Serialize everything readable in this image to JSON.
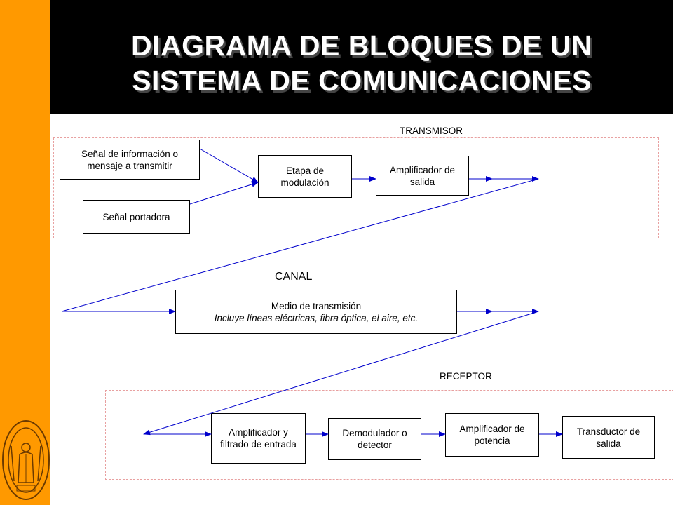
{
  "title_line1": "DIAGRAMA DE BLOQUES DE UN",
  "title_line2": "SISTEMA DE COMUNICACIONES",
  "sections": {
    "transmisor": "TRANSMISOR",
    "canal": "CANAL",
    "receptor": "RECEPTOR"
  },
  "blocks": {
    "info_signal": "Señal de información o mensaje a transmitir",
    "carrier": "Señal portadora",
    "modulation": "Etapa de modulación",
    "output_amp": "Amplificador de salida",
    "medium_title": "Medio de transmisión",
    "medium_desc": "Incluye líneas eléctricas, fibra óptica, el aire, etc.",
    "input_amp": "Amplificador y filtrado de entrada",
    "demod": "Demodulador o detector",
    "power_amp": "Amplificador de potencia",
    "transducer": "Transductor de salida"
  },
  "colors": {
    "sidebar": "#ff9900",
    "header": "#000000",
    "arrow": "#0000cc",
    "region_border": "#e8a0a0"
  },
  "seal_icon": "university-seal-icon"
}
